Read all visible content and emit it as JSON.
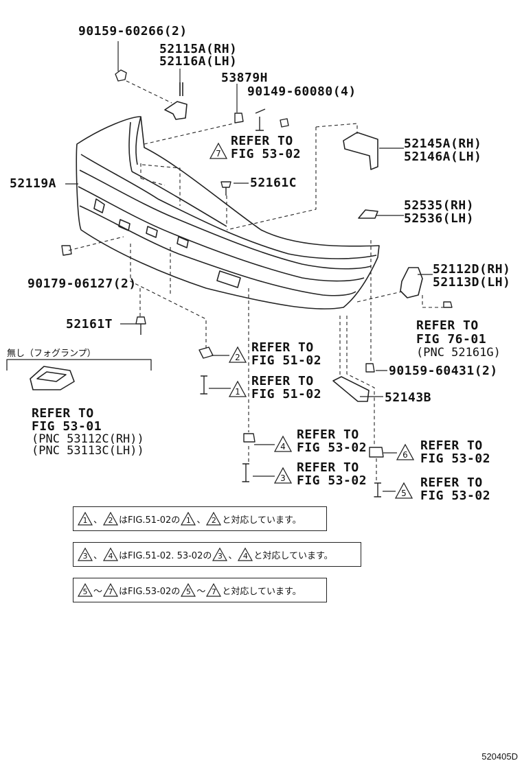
{
  "parts": {
    "p90159_60266": "90159-60266(2)",
    "p52115A": "52115A(RH)",
    "p52116A": "52116A(LH)",
    "p53879H": "53879H",
    "p90149_60080": "90149-60080(4)",
    "p52145A": "52145A(RH)",
    "p52146A": "52146A(LH)",
    "p52119A": "52119A",
    "p52161C": "52161C",
    "p52535": "52535(RH)",
    "p52536": "52536(LH)",
    "p90179_06127": "90179-06127(2)",
    "p52112D": "52112D(RH)",
    "p52113D": "52113D(LH)",
    "p52161T": "52161T",
    "p90159_60431": "90159-60431(2)",
    "p52143B": "52143B"
  },
  "refs": {
    "r7_top": [
      "REFER TO",
      "FIG 53-02"
    ],
    "r_fig7601": [
      "REFER TO",
      "FIG 76-01",
      "(PNC 52161G)"
    ],
    "r2": [
      "REFER TO",
      "FIG 51-02"
    ],
    "r1": [
      "REFER TO",
      "FIG 51-02"
    ],
    "r4": [
      "REFER TO",
      "FIG 53-02"
    ],
    "r3": [
      "REFER TO",
      "FIG 53-02"
    ],
    "r6": [
      "REFER TO",
      "FIG 53-02"
    ],
    "r5": [
      "REFER TO",
      "FIG 53-02"
    ],
    "r_fog": [
      "REFER TO",
      "FIG 53-01",
      "(PNC 53112C(RH))",
      "(PNC 53113C(LH))"
    ]
  },
  "markers": {
    "m7": "7",
    "m2": "2",
    "m1": "1",
    "m4": "4",
    "m3": "3",
    "m6": "6",
    "m5": "5"
  },
  "no_fog_label": "無し（フォグランプ）",
  "notes": [
    {
      "a": "1",
      "sep": "、",
      "b": "2",
      "mid": "はFIG.51-02の",
      "c": "1",
      "sep2": "、",
      "d": "2",
      "end": "と対応しています。"
    },
    {
      "a": "3",
      "sep": "、",
      "b": "4",
      "mid": "はFIG.51-02. 53-02の",
      "c": "3",
      "sep2": "、",
      "d": "4",
      "end": "と対応しています。"
    },
    {
      "a": "5",
      "sep": "～",
      "b": "7",
      "mid": "はFIG.53-02の",
      "c": "5",
      "sep2": "～",
      "d": "7",
      "end": "と対応しています。"
    }
  ],
  "footer_code": "520405D"
}
